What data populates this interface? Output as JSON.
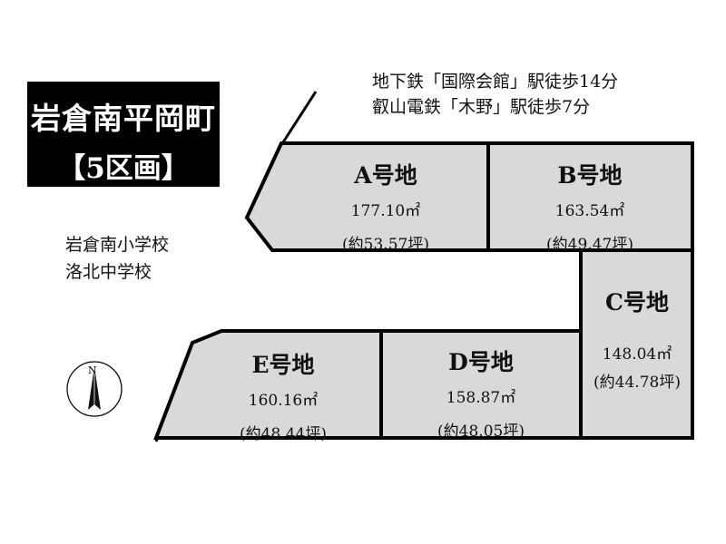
{
  "title": {
    "line1": "岩倉南平岡町",
    "line2": "【5区画】"
  },
  "access": {
    "line1": "地下鉄「国際会館」駅徒歩14分",
    "line2": "叡山電鉄「木野」駅徒歩7分"
  },
  "schools": {
    "elementary": "岩倉南小学校",
    "junior_high": "洛北中学校"
  },
  "compass": {
    "label": "N",
    "icon": "north-arrow-icon"
  },
  "colors": {
    "plot_fill": "#d9d9d9",
    "title_bg": "#000000",
    "road_line": "#000000"
  },
  "plots": [
    {
      "id": "A",
      "name": "A号地",
      "area": "177.10㎡",
      "tsubo": "(約53.57坪)"
    },
    {
      "id": "B",
      "name": "B号地",
      "area": "163.54㎡",
      "tsubo": "(約49.47坪)"
    },
    {
      "id": "C",
      "name": "C号地",
      "area": "148.04㎡",
      "tsubo": "(約44.78坪)"
    },
    {
      "id": "D",
      "name": "D号地",
      "area": "158.87㎡",
      "tsubo": "(約48.05坪)"
    },
    {
      "id": "E",
      "name": "E号地",
      "area": "160.16㎡",
      "tsubo": "(約48.44坪)"
    }
  ]
}
